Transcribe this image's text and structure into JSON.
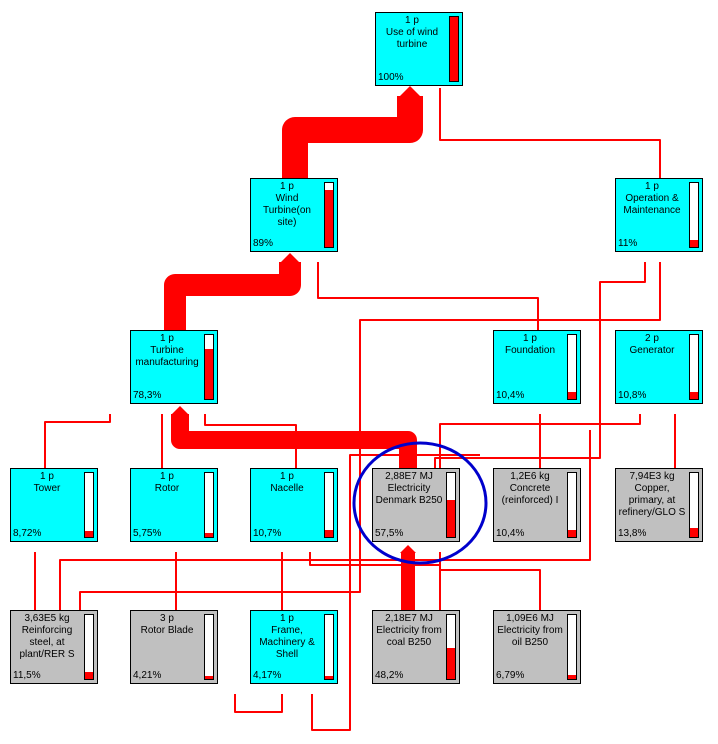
{
  "colors": {
    "process": "#00ffff",
    "material": "#c0c0c0",
    "flow": "#ff0000",
    "highlight": "#0000cc"
  },
  "nodes": [
    {
      "id": "use",
      "type": "process",
      "qty": "1 p",
      "name": "Use of wind turbine",
      "percent": "100%",
      "share": 1.0
    },
    {
      "id": "wts",
      "type": "process",
      "qty": "1 p",
      "name": "Wind Turbine(on site)",
      "percent": "89%",
      "share": 0.89
    },
    {
      "id": "om",
      "type": "process",
      "qty": "1 p",
      "name": "Operation & Maintenance",
      "percent": "11%",
      "share": 0.11
    },
    {
      "id": "tm",
      "type": "process",
      "qty": "1 p",
      "name": "Turbine manufacturing",
      "percent": "78,3%",
      "share": 0.783
    },
    {
      "id": "fnd",
      "type": "process",
      "qty": "1 p",
      "name": "Foundation",
      "percent": "10,4%",
      "share": 0.104
    },
    {
      "id": "gen",
      "type": "process",
      "qty": "2 p",
      "name": "Generator",
      "percent": "10,8%",
      "share": 0.108
    },
    {
      "id": "tow",
      "type": "process",
      "qty": "1 p",
      "name": "Tower",
      "percent": "8,72%",
      "share": 0.0872
    },
    {
      "id": "rot",
      "type": "process",
      "qty": "1 p",
      "name": "Rotor",
      "percent": "5,75%",
      "share": 0.0575
    },
    {
      "id": "nac",
      "type": "process",
      "qty": "1 p",
      "name": "Nacelle",
      "percent": "10,7%",
      "share": 0.107
    },
    {
      "id": "eld",
      "type": "material",
      "qty": "2,88E7 MJ",
      "name": "Electricity Denmark B250",
      "percent": "57,5%",
      "share": 0.575
    },
    {
      "id": "con",
      "type": "material",
      "qty": "1,2E6 kg",
      "name": "Concrete (reinforced) I",
      "percent": "10,4%",
      "share": 0.104
    },
    {
      "id": "cop",
      "type": "material",
      "qty": "7,94E3 kg",
      "name": "Copper, primary, at refinery/GLO S",
      "percent": "13,8%",
      "share": 0.138
    },
    {
      "id": "rst",
      "type": "material",
      "qty": "3,63E5 kg",
      "name": "Reinforcing steel, at plant/RER S",
      "percent": "11,5%",
      "share": 0.115
    },
    {
      "id": "rbl",
      "type": "material",
      "qty": "3 p",
      "name": "Rotor Blade",
      "percent": "4,21%",
      "share": 0.0421
    },
    {
      "id": "fms",
      "type": "process",
      "qty": "1 p",
      "name": "Frame, Machinery & Shell",
      "percent": "4,17%",
      "share": 0.0417
    },
    {
      "id": "elc",
      "type": "material",
      "qty": "2,18E7 MJ",
      "name": "Electricity from coal B250",
      "percent": "48,2%",
      "share": 0.482
    },
    {
      "id": "elo",
      "type": "material",
      "qty": "1,09E6 MJ",
      "name": "Electricity from oil B250",
      "percent": "6,79%",
      "share": 0.0679
    }
  ]
}
